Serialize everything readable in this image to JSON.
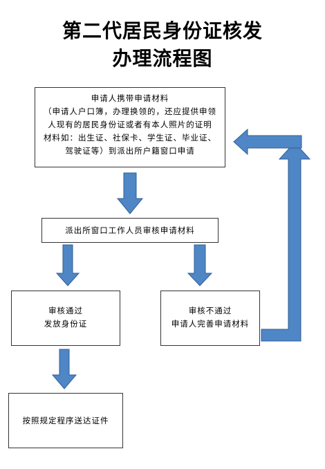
{
  "title": {
    "line1": "第二代居民身份证核发",
    "line2": "办理流程图"
  },
  "steps": {
    "apply": {
      "lines": [
        "申请人携带申请材料",
        "（申请人户口簿，办理换领的，还应提供申领",
        "人现有的居民身份证或者有本人照片的证明",
        "材料如：出生证、社保卡、学生证、毕业证、",
        "驾驶证等）到派出所户籍窗口申请"
      ]
    },
    "review": {
      "lines": [
        "派出所窗口工作人员审核申请材料"
      ]
    },
    "pass": {
      "lines": [
        "审核通过",
        "发放身份证"
      ]
    },
    "fail": {
      "lines": [
        "审核不通过",
        "申请人完善申请材料"
      ]
    },
    "deliver": {
      "lines": [
        "按照规定程序送达证件"
      ]
    }
  },
  "colors": {
    "arrow_fill": "#4f86c6",
    "arrow_stroke": "#2f5f96",
    "box_border": "#333333"
  }
}
